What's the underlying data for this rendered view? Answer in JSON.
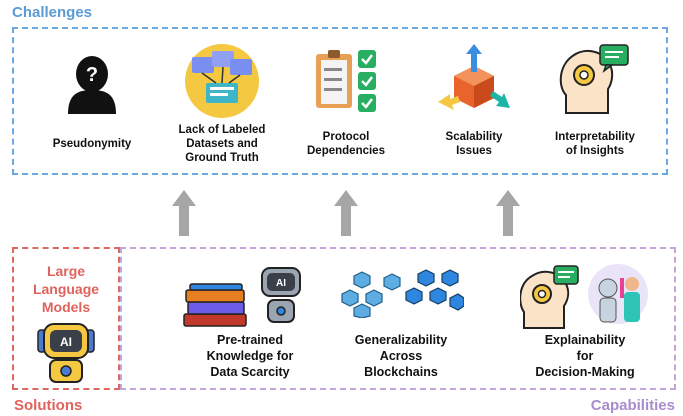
{
  "sections": {
    "challenges_title": "Challenges",
    "solutions_title": "Solutions",
    "capabilities_title": "Capabilities"
  },
  "challenges": [
    {
      "icon": "anonymous-person-icon",
      "lines": [
        "Pseudonymity"
      ]
    },
    {
      "icon": "labeled-data-icon",
      "lines": [
        "Lack of Labeled",
        "Datasets and",
        "Ground Truth"
      ]
    },
    {
      "icon": "checklist-clipboard-icon",
      "lines": [
        "Protocol",
        "Dependencies"
      ]
    },
    {
      "icon": "scaling-cube-icon",
      "lines": [
        "Scalability",
        "Issues"
      ]
    },
    {
      "icon": "brain-gear-chat-icon",
      "lines": [
        "Interpretability",
        "of Insights"
      ]
    }
  ],
  "solution": {
    "lines": [
      "Large",
      "Language",
      "Models"
    ],
    "icon": "ai-robot-icon",
    "icon_text": "AI"
  },
  "capabilities": [
    {
      "icon": "books-robot-icon",
      "icon_text": "AI",
      "lines": [
        "Pre-trained",
        "Knowledge for",
        "Data Scarcity"
      ]
    },
    {
      "icon": "blockchain-cubes-icon",
      "lines": [
        "Generalizability",
        "Across",
        "Blockchains"
      ]
    },
    {
      "icon": "brain-robot-human-icon",
      "lines": [
        "Explainability",
        "for",
        "Decision-Making"
      ]
    }
  ],
  "colors": {
    "challenges_accent": "#5b9bd5",
    "solutions_accent": "#e0625d",
    "capabilities_accent": "#a98ccc",
    "arrow": "#a6a6a6"
  }
}
